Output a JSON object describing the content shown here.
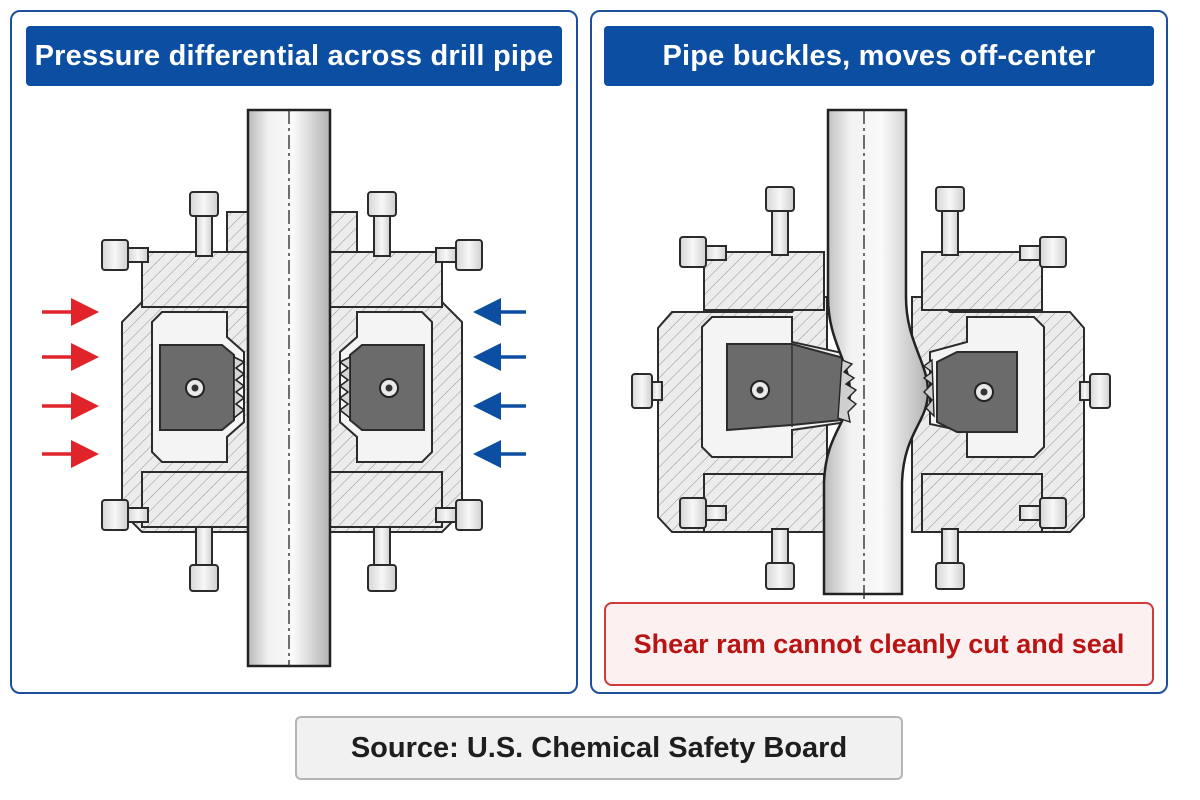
{
  "left_panel": {
    "title": "Pressure differential across drill pipe",
    "high_pressure_color": "#e0242a",
    "low_pressure_color": "#0b4ea2"
  },
  "right_panel": {
    "title": "Pipe buckles, moves off-center",
    "warning": "Shear ram cannot cleanly cut and seal",
    "warning_color": "#b81414"
  },
  "source": "Source: U.S. Chemical Safety Board"
}
